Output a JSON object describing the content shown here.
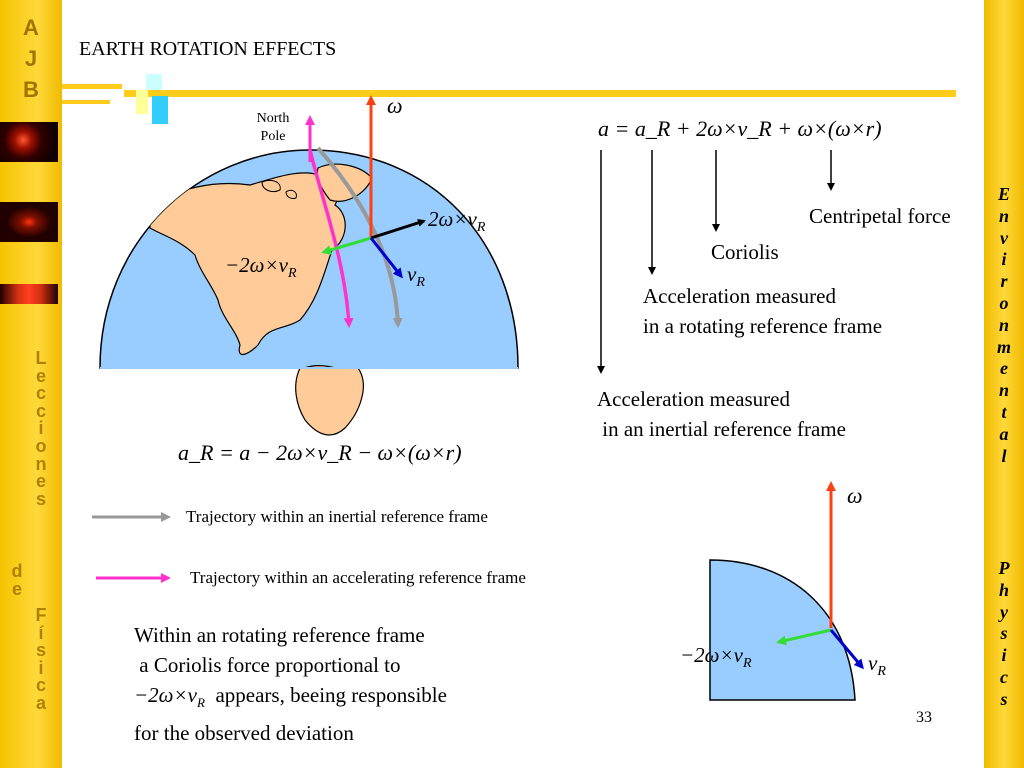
{
  "sidebar_left": {
    "initials": [
      "A",
      "J",
      "B"
    ],
    "series_word1": [
      "L",
      "e",
      "c",
      "c",
      "i",
      "o",
      "n",
      "e",
      "s"
    ],
    "series_word2": [
      "d",
      "e"
    ],
    "series_word3": [
      "F",
      "í",
      "s",
      "i",
      "c",
      "a"
    ]
  },
  "sidebar_right": {
    "word1": [
      "E",
      "n",
      "v",
      "i",
      "r",
      "o",
      "n",
      "m",
      "e",
      "n",
      "t",
      "a",
      "l"
    ],
    "word2": [
      "P",
      "h",
      "y",
      "s",
      "i",
      "c",
      "s"
    ]
  },
  "title": "EARTH ROTATION EFFECTS",
  "globe": {
    "north_pole_label_1": "North",
    "north_pole_label_2": "Pole",
    "omega": "ω",
    "label_2wxvR": "2ω×v",
    "label_minus_2wxvR": "−2ω×v",
    "label_vR": "v",
    "sub_R": "R",
    "equation_aR": "a_R = a − 2ω×v_R − ω×(ω×r)"
  },
  "equation_top": "a = a_R + 2ω×v_R + ω×(ω×r)",
  "labels": {
    "centripetal": "Centripetal force",
    "coriolis": "Coriolis",
    "rotating_1": "Acceleration measured",
    "rotating_2": "in a rotating reference frame",
    "inertial_1": "Acceleration measured",
    "inertial_2": " in an inertial reference frame"
  },
  "legend": {
    "inertial": "Trajectory within an inertial reference frame",
    "accelerating": "Trajectory within an accelerating reference frame",
    "colors": {
      "inertial": "#999999",
      "accelerating": "#ff33cc"
    }
  },
  "body_text": {
    "line1": "Within an rotating reference frame",
    "line2": " a Coriolis force proportional to",
    "line3_expr": "−2ω×v",
    "line3_rest": "  appears, beeing responsible",
    "line4": "for the observed deviation"
  },
  "inset": {
    "omega": "ω",
    "minus_2wxvR": "−2ω×v",
    "vR": "v",
    "sub_R": "R"
  },
  "page_number": "33",
  "colors": {
    "omega_arrow": "#ff4010",
    "globe": "#99ccff",
    "land": "#ffcc99",
    "coriolis_arrow": "#33dd33",
    "vR_arrow": "#0000cc"
  }
}
